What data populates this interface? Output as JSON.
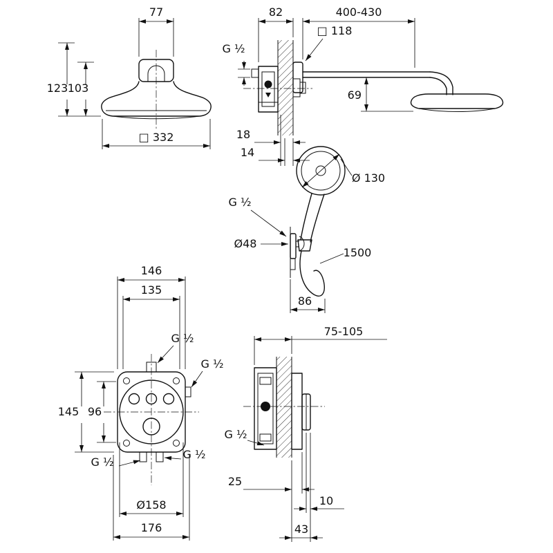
{
  "page": {
    "background": "#ffffff",
    "ink": "#111111"
  },
  "drawing": {
    "name": "concealed-shower-set-dimensional-drawing",
    "views": {
      "head_shower_front": {
        "bracket_width": "77",
        "height_total": "123",
        "height_body": "103",
        "head_width": "□ 332"
      },
      "mixer_wall_section": {
        "depth": "82",
        "thread": "G ½",
        "offset_outer": "18",
        "offset_inner": "14"
      },
      "shower_arm_side": {
        "arm_length": "400-430",
        "escutcheon": "□ 118",
        "head_height": "69"
      },
      "hand_shower": {
        "head_diameter": "Ø 130",
        "thread": "G ½",
        "holder_diameter": "Ø48",
        "hose_length": "1500",
        "hose_offset": "86"
      },
      "valve_front": {
        "width_box": "146",
        "width_inner": "135",
        "thread_top": "G ½",
        "thread_right": "G ½",
        "height_box": "145",
        "height_inner": "96",
        "thread_bottom_left": "G ½",
        "thread_bottom_right": "G ½",
        "trim_diameter": "Ø158",
        "trim_width": "176"
      },
      "valve_side": {
        "depth_range": "75-105",
        "thread": "G ½",
        "trim_depth": "25",
        "knob_step": "10",
        "protrusion": "43"
      }
    }
  }
}
